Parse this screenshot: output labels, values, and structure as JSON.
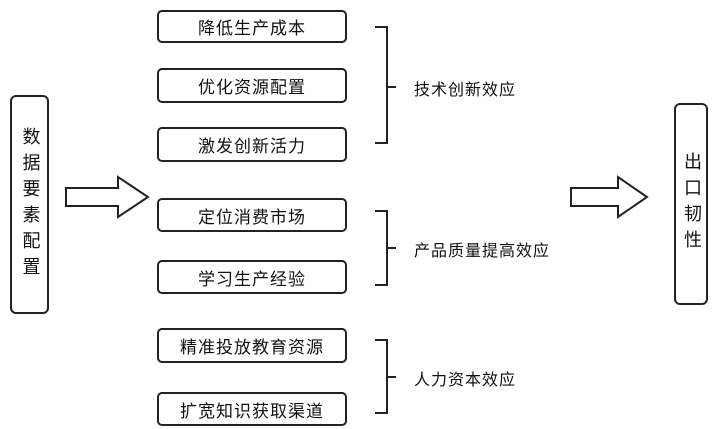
{
  "source": {
    "label": "数据要素配置"
  },
  "target": {
    "label": "出口韧性"
  },
  "groups": [
    {
      "effect": "技术创新效应",
      "items": [
        "降低生产成本",
        "优化资源配置",
        "激发创新活力"
      ]
    },
    {
      "effect": "产品质量提高效应",
      "items": [
        "定位消费市场",
        "学习生产经验"
      ]
    },
    {
      "effect": "人力资本效应",
      "items": [
        "精准投放教育资源",
        "扩宽知识获取渠道"
      ]
    }
  ]
}
